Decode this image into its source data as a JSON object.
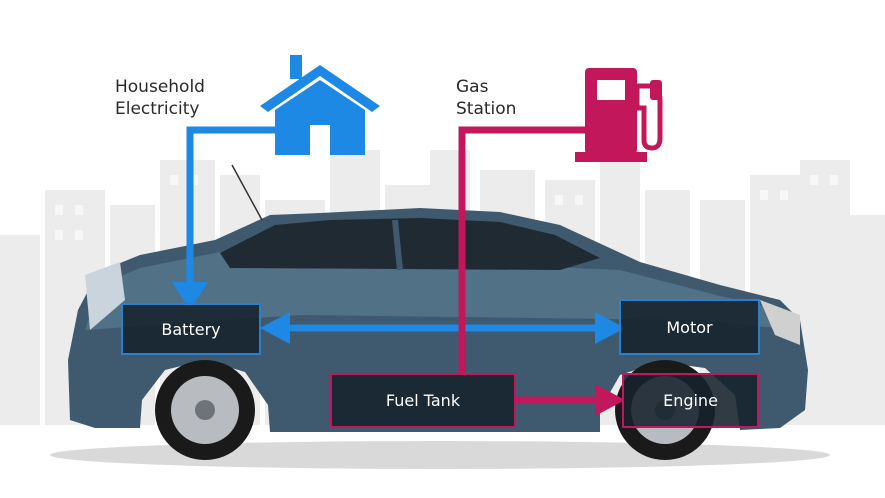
{
  "sources": {
    "household": {
      "line1": "Household",
      "line2": "Electricity"
    },
    "gas": {
      "line1": "Gas",
      "line2": "Station"
    }
  },
  "components": {
    "battery": "Battery",
    "motor": "Motor",
    "fuel_tank": "Fuel Tank",
    "engine": "Engine"
  },
  "colors": {
    "electric": "#1e88e5",
    "fuel": "#c2185b",
    "car_body": "#3f5a6e",
    "skyline": "#e8e8e8"
  },
  "icons": {
    "house": "house-icon",
    "gas_pump": "gas-pump-icon"
  }
}
